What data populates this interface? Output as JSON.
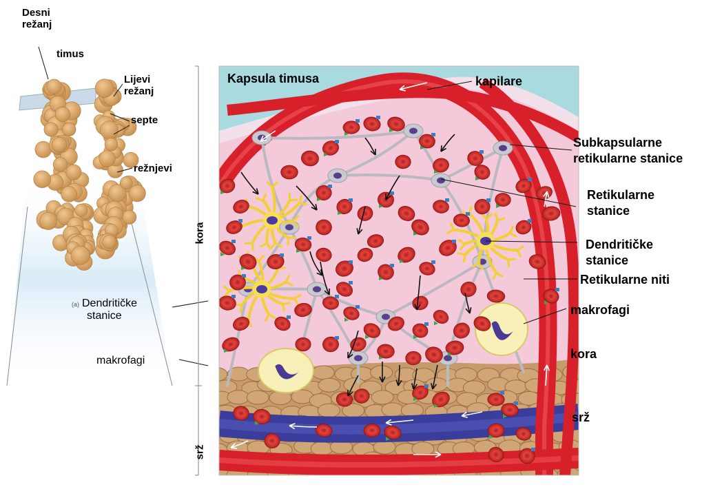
{
  "colors": {
    "capsule_bg": "#a8dae0",
    "cortex_bg": "#f4c9da",
    "medulla_bg": "#c79a6b",
    "artery": "#e2202c",
    "vein": "#3a3d9c",
    "cell_red": "#d5302f",
    "dendritic": "#f4d33a",
    "reticular": "#b9b9c1",
    "gland": "#d7a86a"
  },
  "left_panel": {
    "desni_rezanj": [
      "Desni",
      "režanj"
    ],
    "timus": "timus",
    "lijevi_rezanj": [
      "Lijevi",
      "režanj"
    ],
    "septe": "septe",
    "reznjevi": "režnjevi",
    "panel_tag": "(a)",
    "dendriticke": [
      "Dendritičke",
      "stanice"
    ],
    "makrofagi": "makrofagi"
  },
  "side_labels": {
    "kora": "kora",
    "srz": "srž"
  },
  "main_panel": {
    "kapsula": "Kapsula timusa",
    "kapilare": "kapilare",
    "subkapsularne": [
      "Subkapsularne",
      "retikularne stanice"
    ],
    "retikularne_stanice": [
      "Retikularne",
      "stanice"
    ],
    "dendriticke": [
      "Dendritičke",
      "stanice"
    ],
    "retikularne_niti": "Retikularne niti",
    "makrofagi": "makrofagi",
    "kora": "kora",
    "srz": "srž"
  }
}
